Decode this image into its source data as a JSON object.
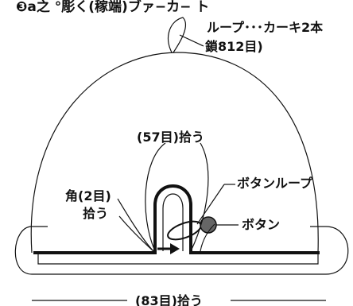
{
  "header": {
    "title_fragment": "❸a之 °彫く(稼端)ブァ−カ− ト"
  },
  "labels": {
    "loop_line1": "ループ･･･カーキ2本",
    "loop_line2": "鎖812目)",
    "pickup_57": "(57目)拾う",
    "button_loop": "ボタンループ",
    "corner_line1": "角(2目)",
    "corner_line2": "拾う",
    "button": "ボタン",
    "pickup_83": "(83目)拾う"
  },
  "colors": {
    "line": "#111111",
    "button_fill": "#666666"
  }
}
